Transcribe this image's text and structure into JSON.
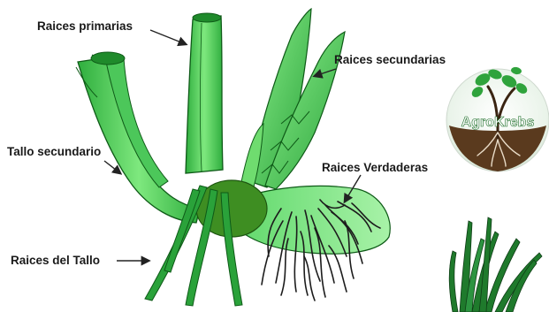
{
  "labels": {
    "primary_roots": "Raices primarias",
    "secondary_roots": "Raices secundarias",
    "secondary_stem": "Tallo secundario",
    "true_roots": "Raices Verdaderas",
    "stem_roots": "Raices del Tallo"
  },
  "logo": {
    "text": "AgroKrebs"
  },
  "colors": {
    "plant_light": "#7ee87e",
    "plant_mid": "#39c44a",
    "plant_dark": "#1f8a2b",
    "outline": "#0e5a17",
    "corm": "#3e8e22",
    "roots": "#1c1c1c"
  }
}
